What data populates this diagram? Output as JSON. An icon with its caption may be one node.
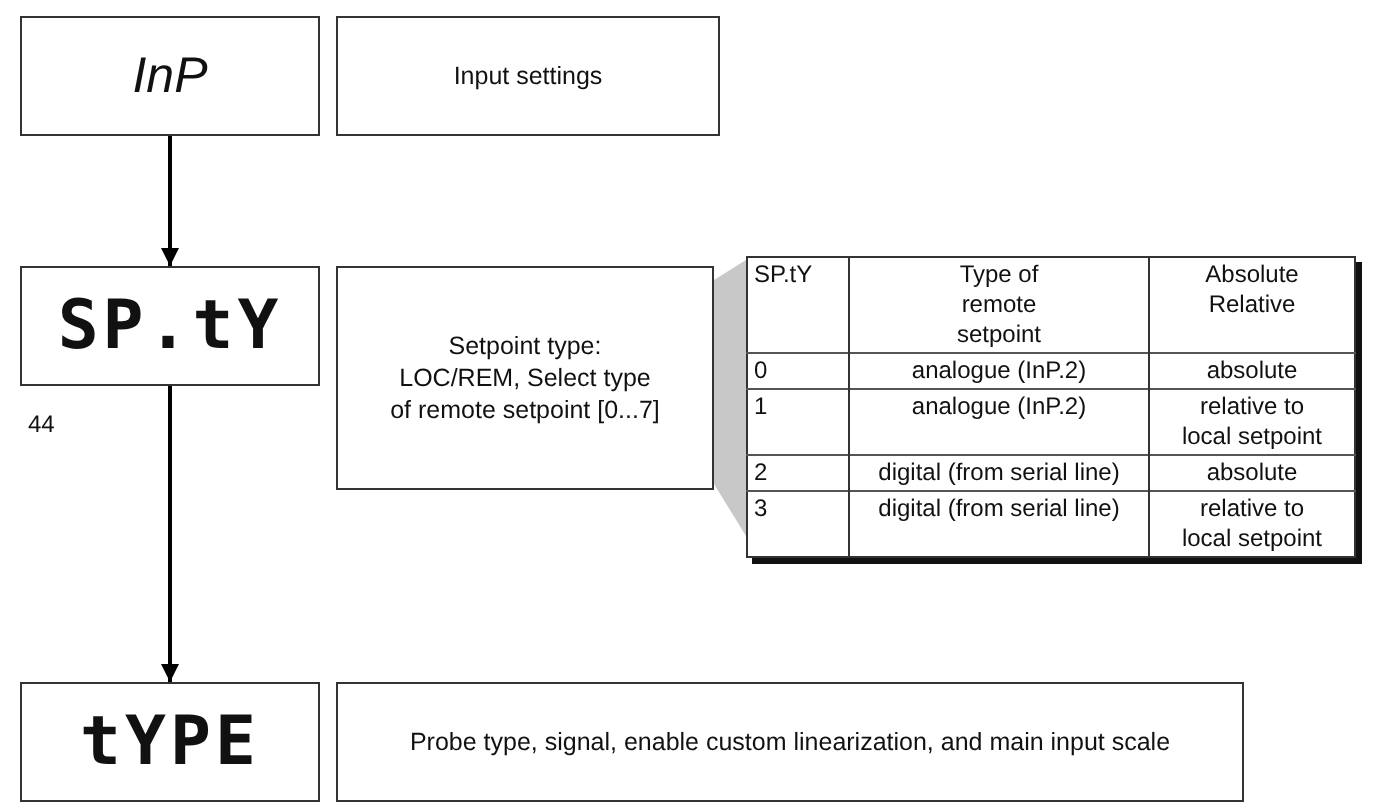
{
  "diagram": {
    "nodes": [
      {
        "text": [
          "InP"
        ]
      },
      {
        "text": [
          "Input settings"
        ]
      },
      {
        "text": [
          "SP.tY"
        ]
      },
      {
        "text": [
          "Setpoint type: LOC/REM, Select type of remote setpoint [0...7]"
        ]
      },
      {
        "text": [
          "tYPE"
        ]
      },
      {
        "text": [
          "Probe type, signal, enable custom linearization, and main input scale"
        ]
      },
      {
        "text": [],
        "shape": "wedge"
      }
    ],
    "edges": [
      {
        "from": 0,
        "to": 2,
        "arrow": "to"
      },
      {
        "from": 2,
        "to": 4,
        "arrow": "to"
      }
    ],
    "labels": [
      "SP.tY",
      "Type of remote setpoint",
      "Absolute Relative",
      "0",
      "analogue (InP.2)",
      "absolute",
      "1",
      "analogue (InP.2)",
      "relative to local setpoint",
      "2",
      "digital (from serial line)",
      "absolute",
      "3",
      "digital (from serial line)",
      "relative to local setpoint",
      "44"
    ]
  }
}
